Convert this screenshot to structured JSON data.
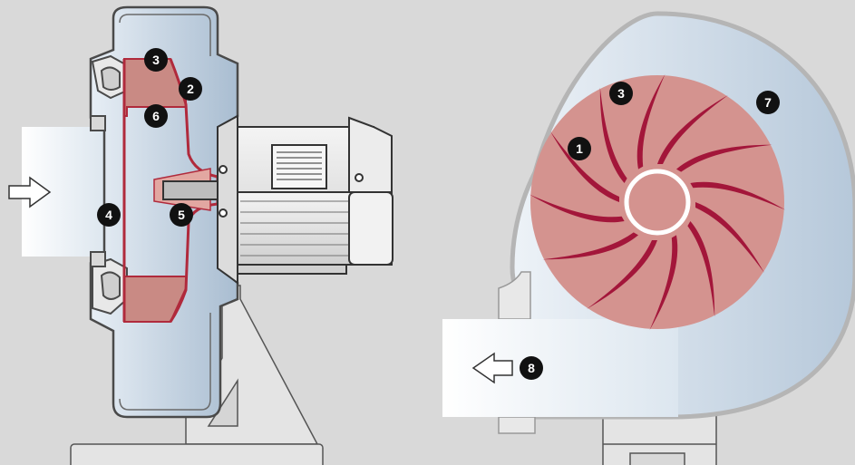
{
  "labels": {
    "left": {
      "blade_inlet": "3",
      "impeller_outlet": "2",
      "shroud": "6",
      "inlet_nozzle": "4",
      "hub": "5"
    },
    "right": {
      "blade": "1",
      "blade_tip": "3",
      "volute_casing": "7",
      "outlet": "8"
    }
  },
  "colors": {
    "background": "#d9d9d9",
    "air": "#c6d4e2",
    "impeller": "#d4938f",
    "blade": "#a3163a",
    "metal": "#e6e6e6",
    "outline": "#4a4a4a"
  },
  "icons": {
    "inlet_arrow": "arrow-right-icon",
    "outlet_arrow": "arrow-left-icon"
  }
}
